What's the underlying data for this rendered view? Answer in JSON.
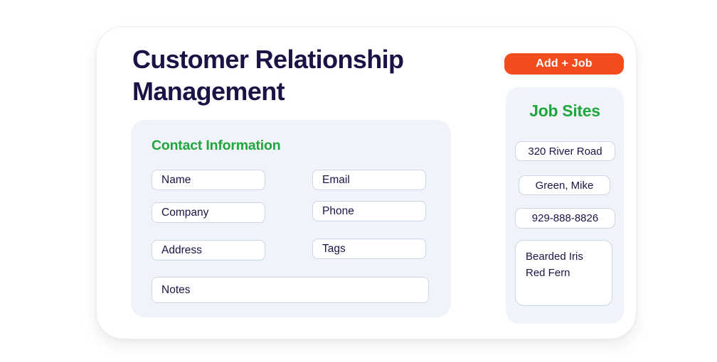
{
  "header": {
    "title": "Customer Relationship Management"
  },
  "actions": {
    "add_job_label": "Add + Job"
  },
  "contact_panel": {
    "heading": "Contact Information",
    "fields": [
      {
        "label": "Name"
      },
      {
        "label": "Email"
      },
      {
        "label": "Company"
      },
      {
        "label": "Phone"
      },
      {
        "label": "Address"
      },
      {
        "label": "Tags"
      },
      {
        "label": "Notes"
      }
    ]
  },
  "job_sites_panel": {
    "heading": "Job Sites",
    "items": [
      "320 River Road",
      "Green, Mike",
      "929-888-8826",
      "Bearded Iris\nRed Fern"
    ]
  },
  "colors": {
    "navy": "#1A1446",
    "green": "#1FA63D",
    "orange": "#F54C1E",
    "panel_bg": "#F0F3F9",
    "field_border": "#C9D7E9"
  }
}
